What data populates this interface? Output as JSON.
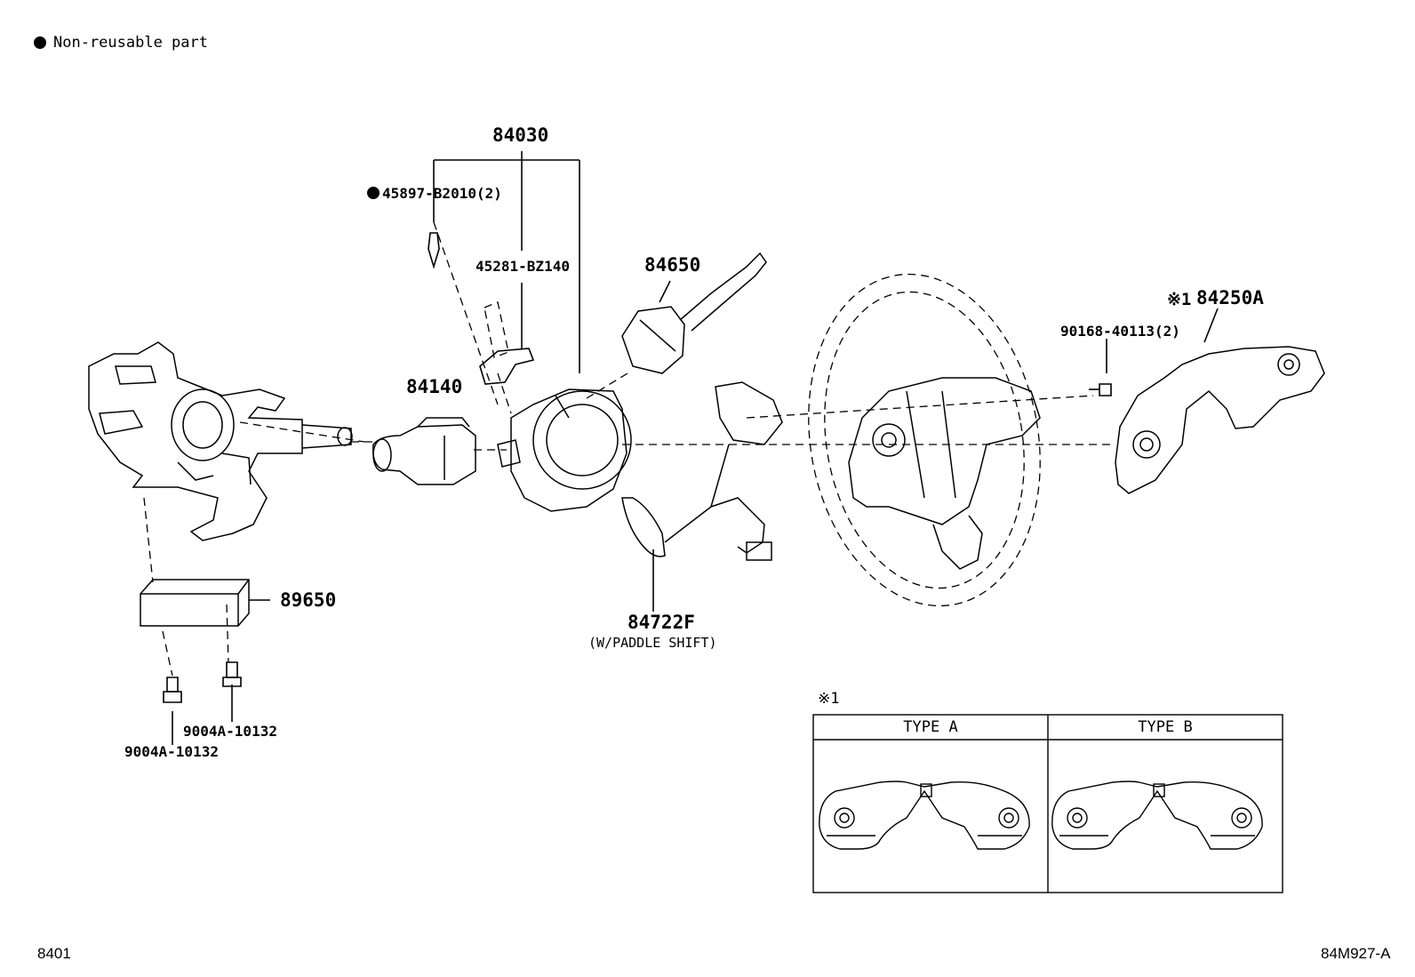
{
  "legend": {
    "text": "Non-reusable part"
  },
  "parts": {
    "p84030": "84030",
    "p45897": "45897-B2010(2)",
    "p45281": "45281-BZ140",
    "p84650": "84650",
    "p84140": "84140",
    "p84250A": "84250A",
    "p84250A_mark": "※1",
    "p90168": "90168-40113(2)",
    "p89650": "89650",
    "p84722F": "84722F",
    "p84722F_note": "(W/PADDLE SHIFT)",
    "p9004A_a": "9004A-10132",
    "p9004A_b": "9004A-10132"
  },
  "type_table": {
    "mark": "※1",
    "col_a": "TYPE A",
    "col_b": "TYPE B"
  },
  "footer": {
    "left": "8401",
    "right": "84M927-A"
  }
}
